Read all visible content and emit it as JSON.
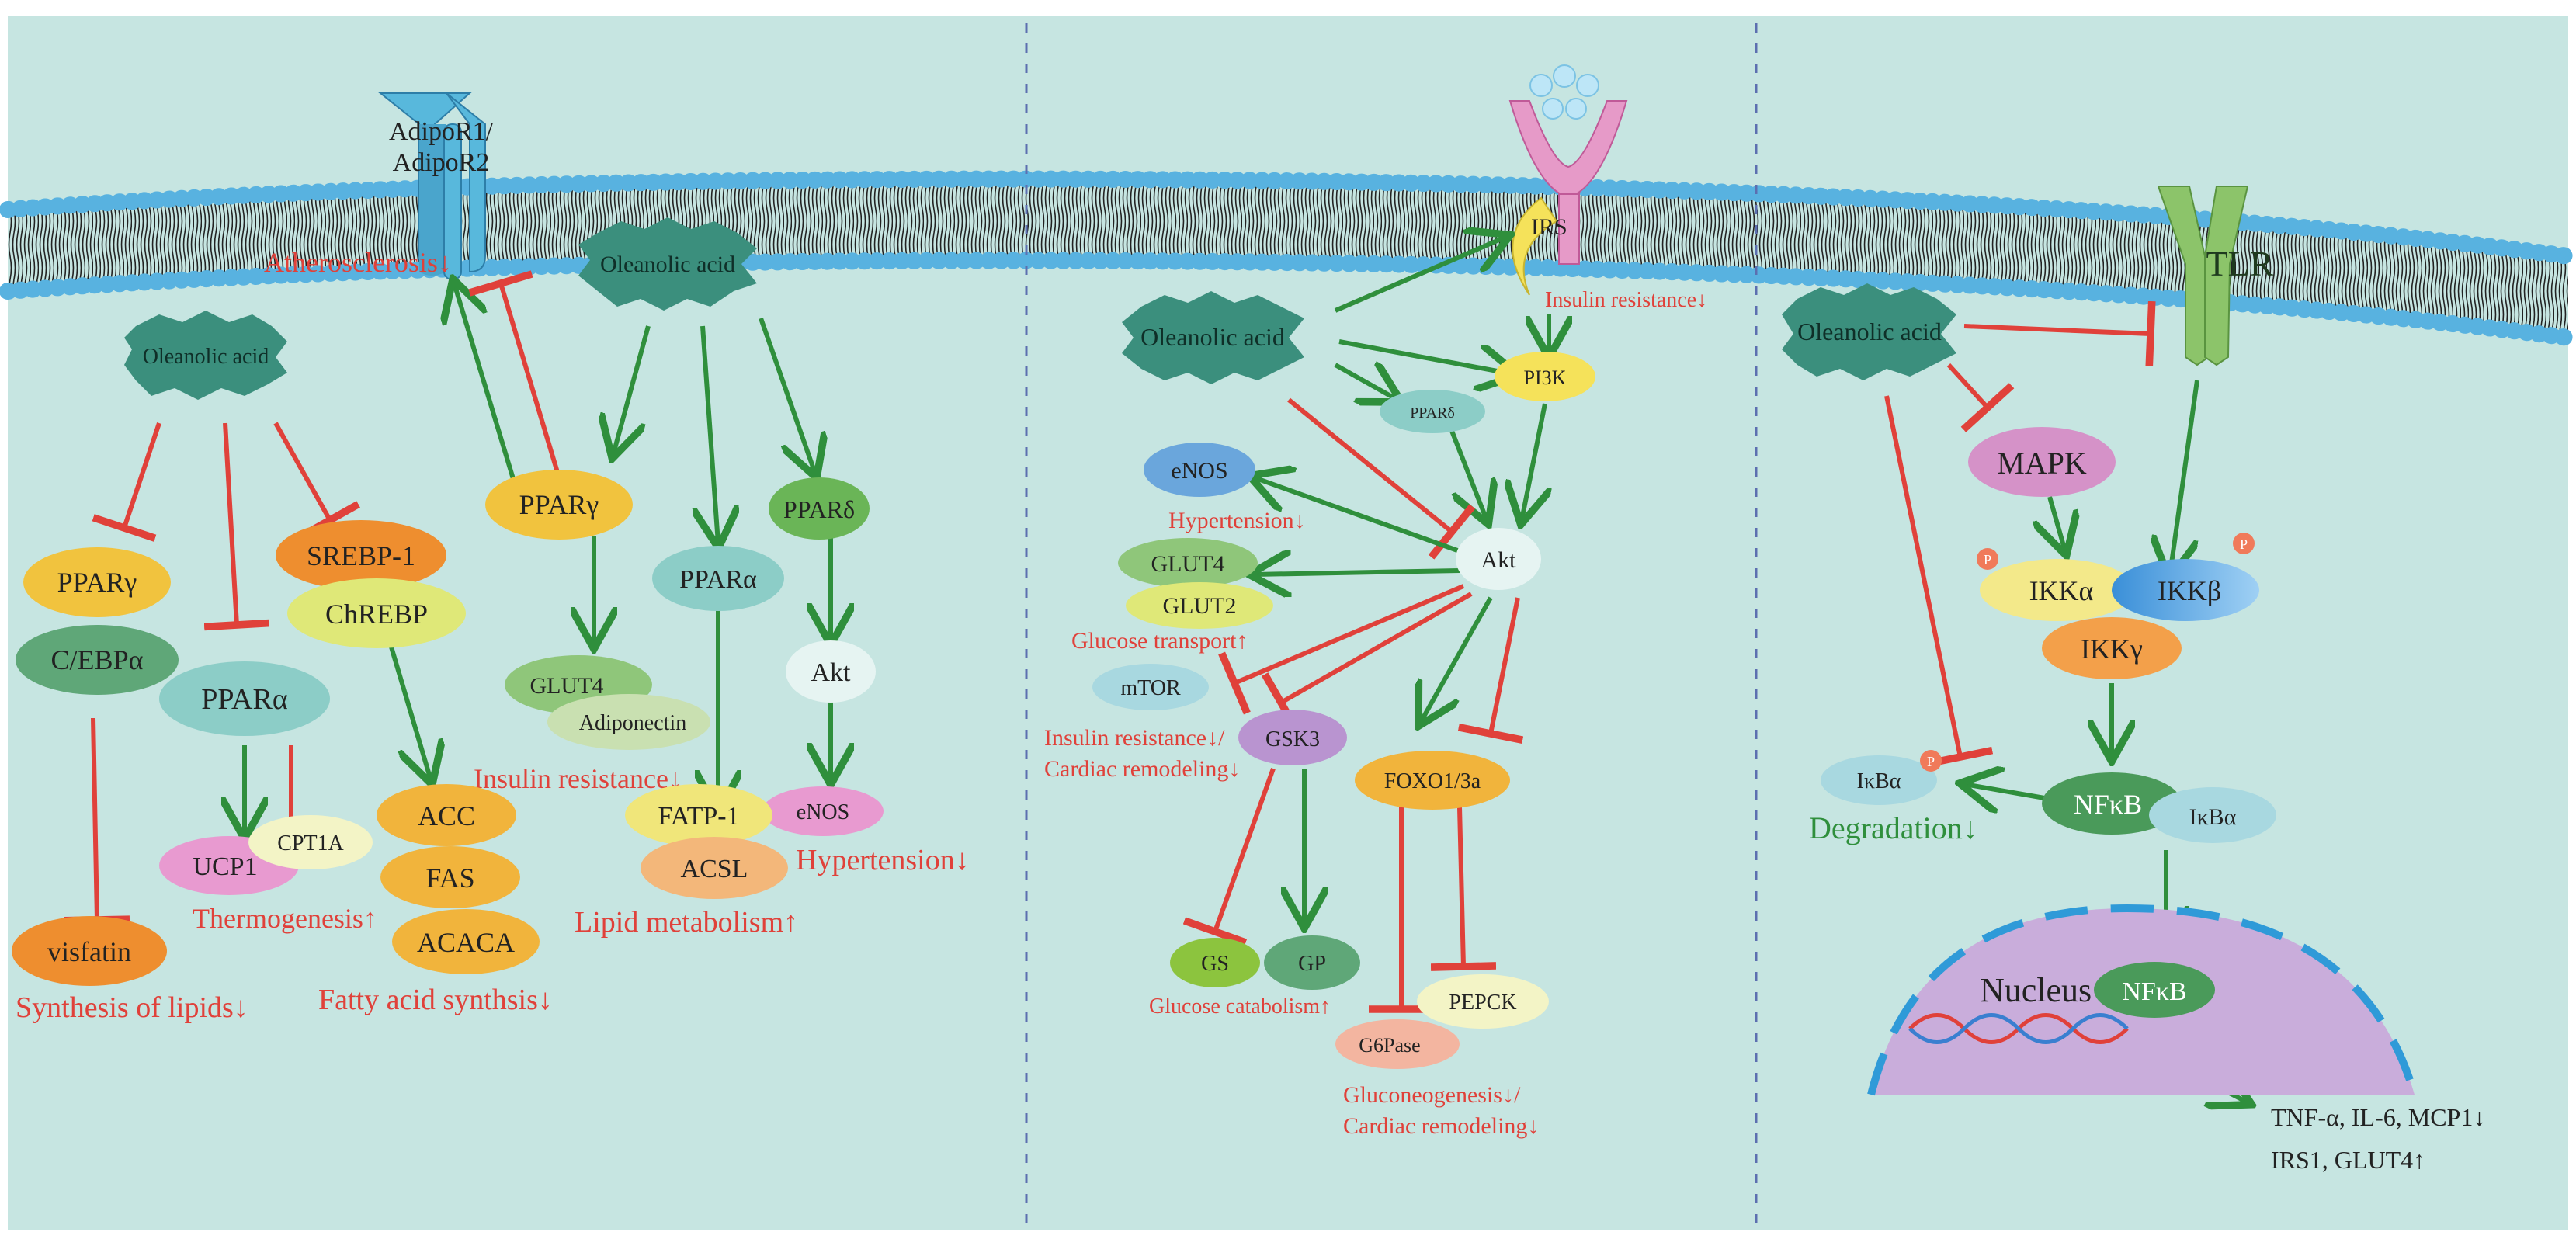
{
  "colors": {
    "background": "#c6e5e1",
    "membrane": "#58b2e0",
    "activation": "#2f8f3c",
    "inhibition": "#e0413a",
    "effect_text": "#e0413a",
    "oleanolic": "#3b8f7d",
    "divider": "#5c6fb0"
  },
  "membrane": {
    "adipor_label_1": "AdipoR1/",
    "adipor_label_2": "AdipoR2",
    "irs_label": "IRS",
    "tlr_label": "TLR"
  },
  "panel1": {
    "oa_top": "Oleanolic acid",
    "oa_left": "Oleanolic acid",
    "atherosclerosis": "Atherosclerosis↓",
    "ppar_gamma_left": "PPARγ",
    "cebpa": "C/EBPα",
    "ppar_alpha_left": "PPARα",
    "srebp1": "SREBP-1",
    "chrebp": "ChREBP",
    "ppar_gamma_mid": "PPARγ",
    "glut4": "GLUT4",
    "adiponectin": "Adiponectin",
    "insulin_resistance": "Insulin resistance↓",
    "ppar_alpha_mid": "PPARα",
    "ppar_delta": "PPARδ",
    "akt": "Akt",
    "enos": "eNOS",
    "hypertension": "Hypertension↓",
    "fatp1": "FATP-1",
    "acsl": "ACSL",
    "lipid_metabolism": "Lipid metabolism↑",
    "ucp1": "UCP1",
    "cpt1a": "CPT1A",
    "thermogenesis": "Thermogenesis↑",
    "acc": "ACC",
    "fas": "FAS",
    "acaca": "ACACA",
    "fatty_acid": "Fatty acid synthsis↓",
    "visfatin": "visfatin",
    "synthesis_lipids": "Synthesis of lipids↓"
  },
  "panel2": {
    "oa": "Oleanolic acid",
    "insulin_resistance_top": "Insulin resistance↓",
    "pi3k": "PI3K",
    "ppar_delta": "PPARδ",
    "enos": "eNOS",
    "hypertension": "Hypertension↓",
    "akt": "Akt",
    "glut4": "GLUT4",
    "glut2": "GLUT2",
    "glucose_transport": "Glucose transport↑",
    "mtor": "mTOR",
    "insulin_cardiac_1": "Insulin resistance↓/",
    "insulin_cardiac_2": "Cardiac remodeling↓",
    "gsk3": "GSK3",
    "foxo": "FOXO1/3a",
    "gs": "GS",
    "gp": "GP",
    "glucose_catabolism": "Glucose catabolism↑",
    "g6pase": "G6Pase",
    "pepck": "PEPCK",
    "gluconeogenesis_1": "Gluconeogenesis↓/",
    "gluconeogenesis_2": "Cardiac remodeling↓"
  },
  "panel3": {
    "oa": "Oleanolic acid",
    "mapk": "MAPK",
    "ikka": "IKKα",
    "ikkb": "IKKβ",
    "ikkg": "IKKγ",
    "p": "P",
    "ikba_left": "IκBα",
    "nfkb": "NFκB",
    "ikba_right": "IκBα",
    "degradation": "Degradation↓",
    "nucleus": "Nucleus",
    "nfkb_nucleus": "NFκB",
    "cytokines": "TNF-α, IL-6, MCP1↓",
    "irs1_glut4": "IRS1,  GLUT4↑"
  }
}
